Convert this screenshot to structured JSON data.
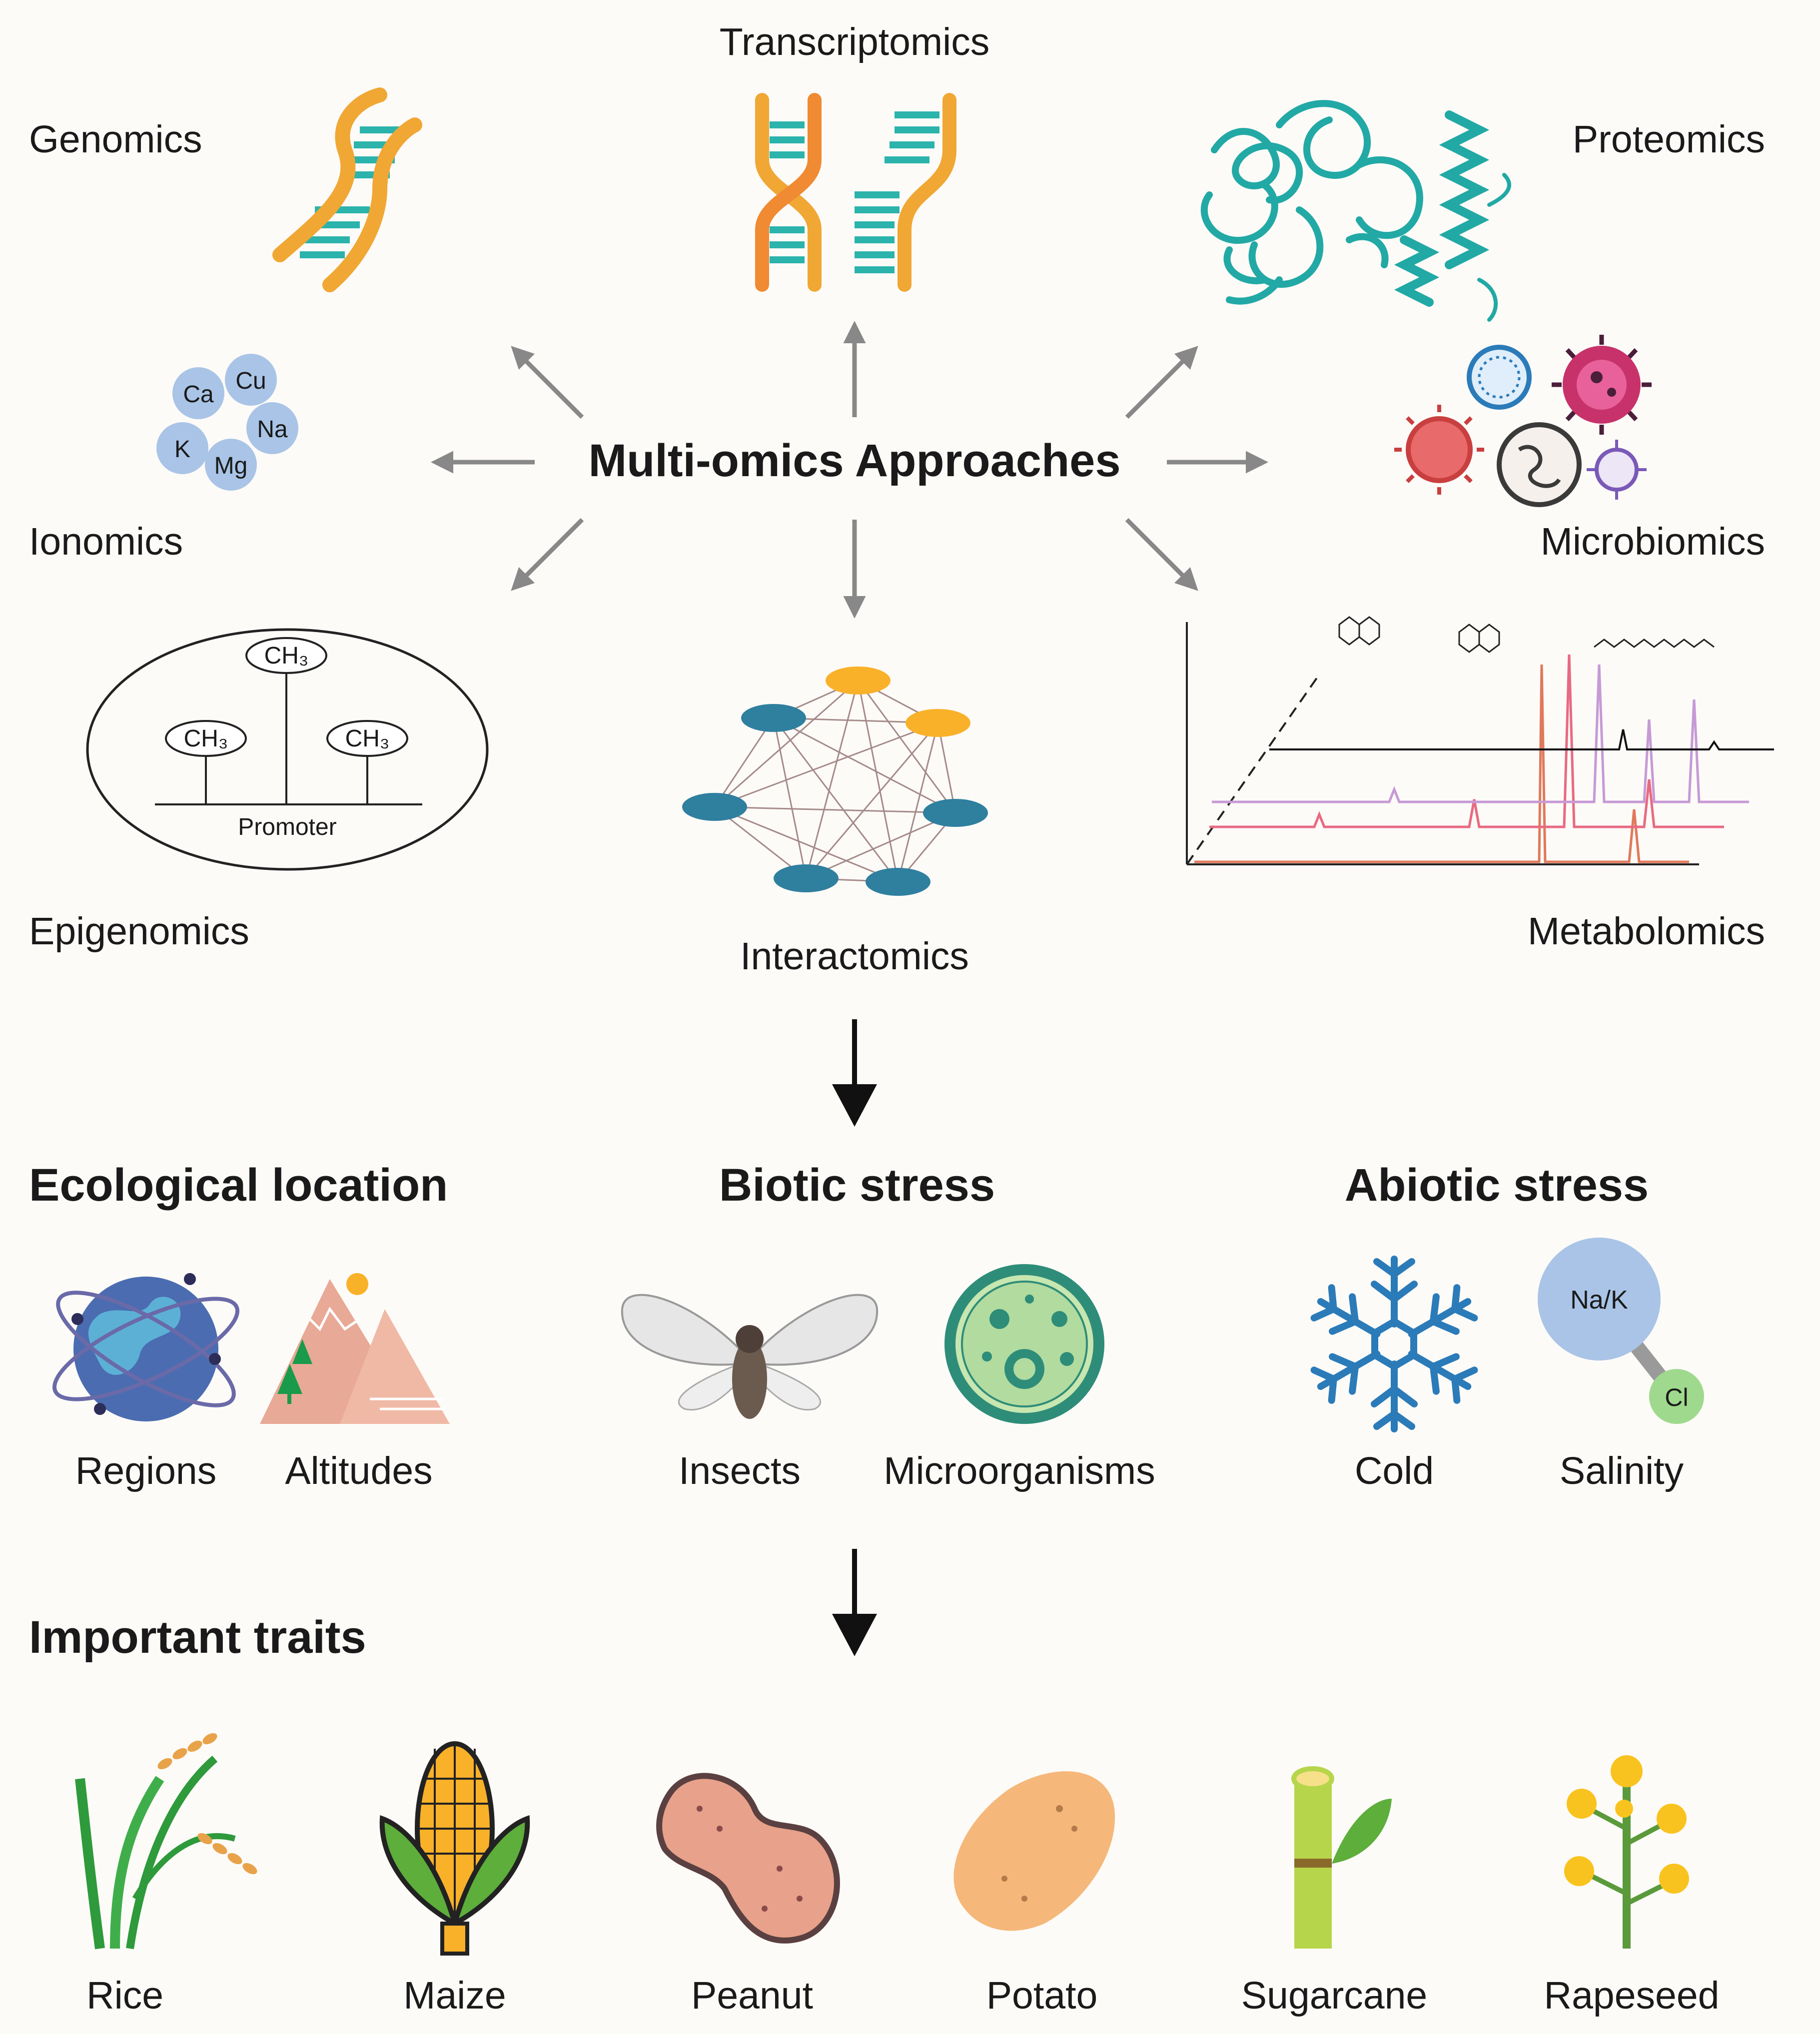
{
  "center_title": "Multi-omics Approaches",
  "omics": {
    "genomics": "Genomics",
    "transcriptomics": "Transcriptomics",
    "proteomics": "Proteomics",
    "ionomics": "Ionomics",
    "microbiomics": "Microbiomics",
    "epigenomics": "Epigenomics",
    "interactomics": "Interactomics",
    "metabolomics": "Metabolomics"
  },
  "ions": [
    "Ca",
    "Cu",
    "Na",
    "K",
    "Mg"
  ],
  "epigenetic": {
    "methyl": "CH₃",
    "promoter": "Promoter"
  },
  "sections": {
    "ecological": {
      "title": "Ecological location",
      "items": [
        "Regions",
        "Altitudes"
      ]
    },
    "biotic": {
      "title": "Biotic stress",
      "items": [
        "Insects",
        "Microorganisms"
      ]
    },
    "abiotic": {
      "title": "Abiotic stress",
      "items": [
        "Cold",
        "Salinity"
      ],
      "salt_cation": "Na/K",
      "salt_anion": "Cl"
    }
  },
  "traits": {
    "title": "Important traits",
    "crops": [
      "Rice",
      "Maize",
      "Peanut",
      "Potato",
      "Sugarcane",
      "Rapeseed"
    ]
  },
  "colors": {
    "teal": "#2bb3ac",
    "orange": "#f0a733",
    "arrow_gray": "#888888",
    "ion_blue": "#a9c4e6",
    "node_blue": "#2f7f9f",
    "node_orange": "#f9b12a"
  }
}
